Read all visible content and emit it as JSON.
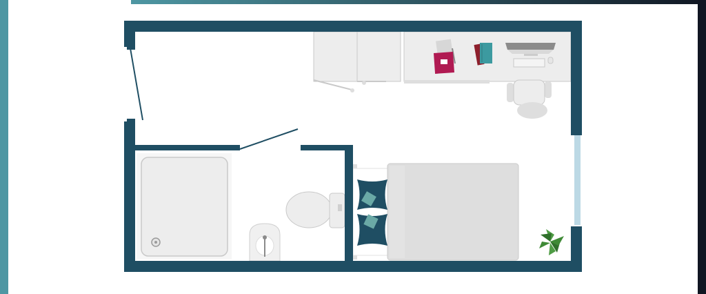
{
  "colors": {
    "wall": "#1f4e63",
    "accent_teal": "#4e97a3",
    "frame_dark": "#101622",
    "window": "#bcd9e5",
    "furniture_light": "#ededed",
    "furniture_mid": "#dedede",
    "furniture_stroke": "#c9c9c9",
    "pillow_dark": "#1f4e63",
    "pillow_light": "#6aa9a6",
    "notebook_magenta": "#b01a52",
    "book_teal": "#3c9aa0",
    "book_red": "#8d1f2c",
    "plant_green": "#3f8a36"
  },
  "rooms": [
    {
      "name": "bedroom-study"
    },
    {
      "name": "bathroom"
    }
  ],
  "fixtures": [
    {
      "name": "shower-tray-icon"
    },
    {
      "name": "bidet-icon"
    },
    {
      "name": "toilet-icon"
    },
    {
      "name": "bed-icon"
    },
    {
      "name": "wardrobe-icon"
    },
    {
      "name": "desk-icon"
    },
    {
      "name": "desk-chair-icon"
    },
    {
      "name": "computer-monitor-icon"
    },
    {
      "name": "keyboard-icon"
    },
    {
      "name": "notebook-icon"
    },
    {
      "name": "books-icon"
    },
    {
      "name": "plant-icon"
    },
    {
      "name": "window"
    },
    {
      "name": "entrance-door-swing"
    },
    {
      "name": "bathroom-door-swing"
    }
  ]
}
